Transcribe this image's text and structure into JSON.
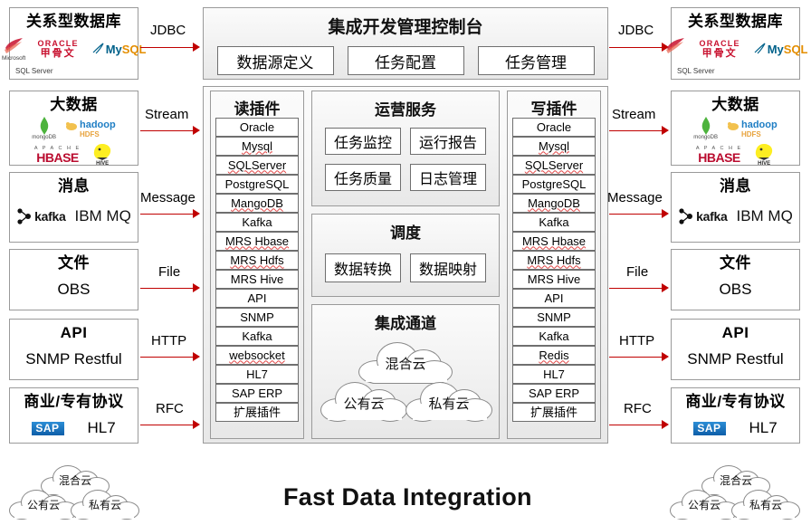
{
  "diagram": {
    "title": "Fast Data Integration"
  },
  "sources": [
    {
      "id": "relational-db",
      "title": "关系型数据库",
      "logos": [
        "SQL Server",
        "ORACLE 甲骨文",
        "MySQL"
      ],
      "protocol": "JDBC"
    },
    {
      "id": "big-data",
      "title": "大数据",
      "logos": [
        "mongoDB",
        "hadoop HDFS",
        "APACHE HBASE",
        "HIVE"
      ],
      "protocol": "Stream"
    },
    {
      "id": "message",
      "title": "消息",
      "logos": [
        "kafka"
      ],
      "sub": "IBM MQ",
      "protocol": "Message"
    },
    {
      "id": "file",
      "title": "文件",
      "sub": "OBS",
      "protocol": "File"
    },
    {
      "id": "api",
      "title": "API",
      "sub": "SNMP Restful",
      "protocol": "HTTP"
    },
    {
      "id": "commercial-protocol",
      "title": "商业/专有协议",
      "logos": [
        "SAP"
      ],
      "sub": "HL7",
      "protocol": "RFC"
    }
  ],
  "targets": [
    {
      "id": "relational-db",
      "title": "关系型数据库",
      "logos": [
        "SQL Server",
        "ORACLE 甲骨文",
        "MySQL"
      ],
      "protocol": "JDBC"
    },
    {
      "id": "big-data",
      "title": "大数据",
      "logos": [
        "mongoDB",
        "hadoop HDFS",
        "APACHE HBASE",
        "HIVE"
      ],
      "protocol": "Stream"
    },
    {
      "id": "message",
      "title": "消息",
      "logos": [
        "kafka"
      ],
      "sub": "IBM MQ",
      "protocol": "Message"
    },
    {
      "id": "file",
      "title": "文件",
      "sub": "OBS",
      "protocol": "File"
    },
    {
      "id": "api",
      "title": "API",
      "sub": "SNMP Restful",
      "protocol": "HTTP"
    },
    {
      "id": "commercial-protocol",
      "title": "商业/专有协议",
      "logos": [
        "SAP"
      ],
      "sub": "HL7",
      "protocol": "RFC"
    }
  ],
  "console": {
    "title": "集成开发管理控制台",
    "items": [
      "数据源定义",
      "任务配置",
      "任务管理"
    ]
  },
  "read_plugins": {
    "title": "读插件",
    "items": [
      "Oracle",
      "Mysql",
      "SQLServer",
      "PostgreSQL",
      "MangoDB",
      "Kafka",
      "MRS Hbase",
      "MRS Hdfs",
      "MRS Hive",
      "API",
      "SNMP",
      "Kafka",
      "websocket",
      "HL7",
      "SAP ERP",
      "扩展插件"
    ]
  },
  "write_plugins": {
    "title": "写插件",
    "items": [
      "Oracle",
      "Mysql",
      "SQLServer",
      "PostgreSQL",
      "MangoDB",
      "Kafka",
      "MRS Hbase",
      "MRS Hdfs",
      "MRS Hive",
      "API",
      "SNMP",
      "Kafka",
      "Redis",
      "HL7",
      "SAP ERP",
      "扩展插件"
    ]
  },
  "operations": {
    "title": "运营服务",
    "items": [
      "任务监控",
      "运行报告",
      "任务质量",
      "日志管理"
    ]
  },
  "scheduling": {
    "title": "调度",
    "items": [
      "数据转换",
      "数据映射"
    ]
  },
  "channel": {
    "title": "集成通道",
    "clouds": [
      "混合云",
      "公有云",
      "私有云"
    ]
  },
  "bottom_left_clouds": [
    "混合云",
    "公有云",
    "私有云"
  ],
  "bottom_right_clouds": [
    "混合云",
    "公有云",
    "私有云"
  ],
  "colors": {
    "arrow": "#C00000",
    "border": "#9a9a9a",
    "panel_bg": "#f0f0f0"
  }
}
